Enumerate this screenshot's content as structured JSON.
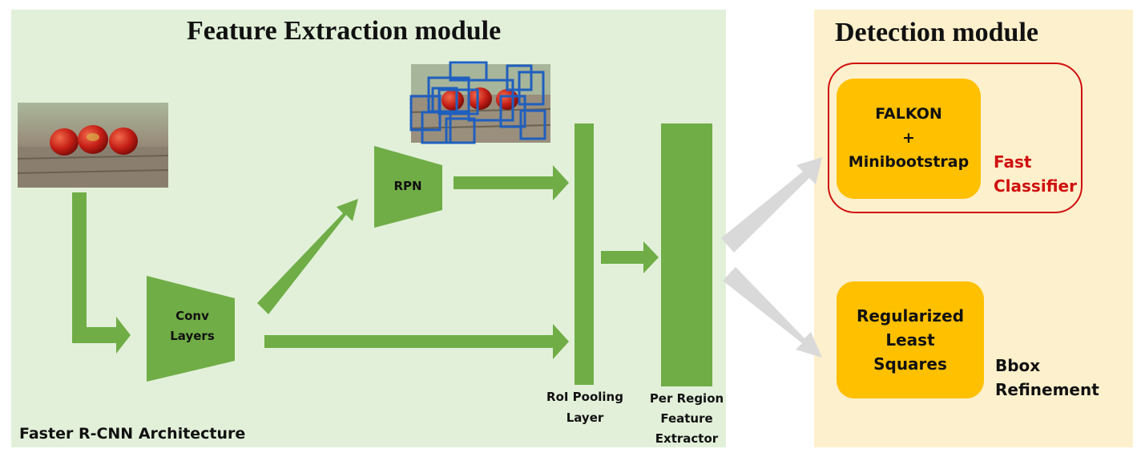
{
  "panels": {
    "feature_extraction": {
      "title": "Feature Extraction module",
      "color": "#e2f0d9"
    },
    "detection": {
      "title": "Detection module",
      "color": "#fdf0cc"
    }
  },
  "colors": {
    "arrow_green": "#70ad47",
    "arrow_gray": "#d9d9d9",
    "box_orange": "#ffc000",
    "red": "#d01010",
    "proposal_blue": "#1f5fbf"
  },
  "images": {
    "input": "input-apples-photo",
    "proposals": "apples-with-region-proposals-photo"
  },
  "nodes": {
    "rpn": "RPN",
    "conv_line1": "Conv",
    "conv_line2": "Layers",
    "roi_line1": "RoI Pooling",
    "roi_line2": "Layer",
    "per_region_line1": "Per Region",
    "per_region_line2": "Feature",
    "per_region_line3": "Extractor",
    "architecture_caption": "Faster R-CNN Architecture"
  },
  "detection": {
    "classifier_box": {
      "line1": "FALKON",
      "line2": "+",
      "line3": "Minibootstrap"
    },
    "classifier_caption": {
      "line1": "Fast",
      "line2": "Classifier"
    },
    "refine_box": {
      "line1": "Regularized",
      "line2": "Least",
      "line3": "Squares"
    },
    "refine_caption": {
      "line1": "Bbox",
      "line2": "Refinement"
    }
  }
}
